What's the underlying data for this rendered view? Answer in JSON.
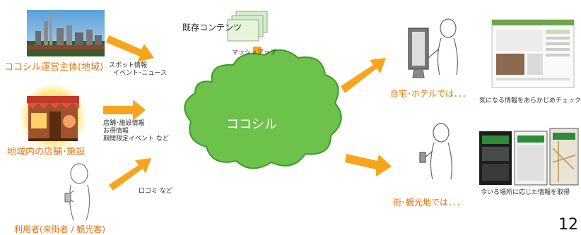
{
  "existing_content": {
    "label": "既存コンテンツ",
    "mashup": "マッシュアップ"
  },
  "operator": {
    "label": "ココシル運営主体(地域)",
    "caption": [
      "スポット情報",
      "イベント･ニュース"
    ]
  },
  "stores": {
    "label": "地域内の店舗･施設",
    "caption": [
      "店舗･施設情報",
      "お得情報",
      "期間限定イベント など"
    ]
  },
  "users": {
    "label": "利用者(来街者 / 観光客)",
    "caption": "口コミ など"
  },
  "center": {
    "label": "ココシル"
  },
  "home": {
    "label": "自宅･ホテルでは．．．",
    "caption": "気になる情報をあらかじめチェック"
  },
  "street": {
    "label": "街･観光地では．．．",
    "caption": "今いる場所に応じた情報を取得"
  },
  "page_number": "12",
  "colors": {
    "orange_text": "#e8730c",
    "arrow": "#f7a51c",
    "cloud_fill": "#6cc24a",
    "cloud_stroke": "#3e9a2a",
    "content_fill": "#d6eccc"
  }
}
